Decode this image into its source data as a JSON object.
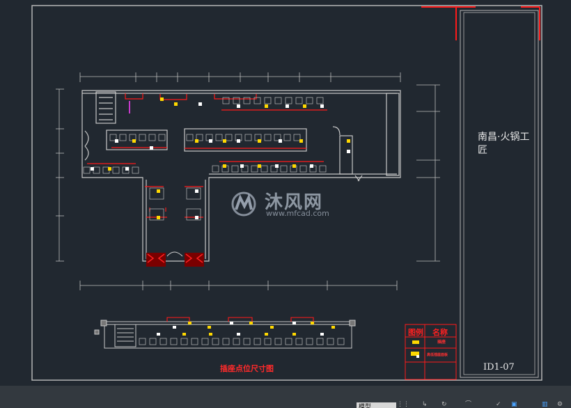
{
  "title_block": {
    "project_name": "南昌·火锅工匠",
    "drawing_number": "ID1-07"
  },
  "plan": {
    "title": "插座点位尺寸图"
  },
  "legend": {
    "header_col1": "图例",
    "header_col2": "名称",
    "row1_name": "插座",
    "row2_name": "高低插座面板"
  },
  "watermark": {
    "name": "沐风网",
    "url": "www.mfcad.com"
  },
  "statusbar": {
    "model_tab": "模型"
  },
  "colors": {
    "background": "#212830",
    "frame": "#b5b5b5",
    "walls": "#c8c8c8",
    "highlight_red": "#ff1a1a",
    "fixture_yellow": "#ffd800",
    "fixture_white": "#ffffff"
  }
}
